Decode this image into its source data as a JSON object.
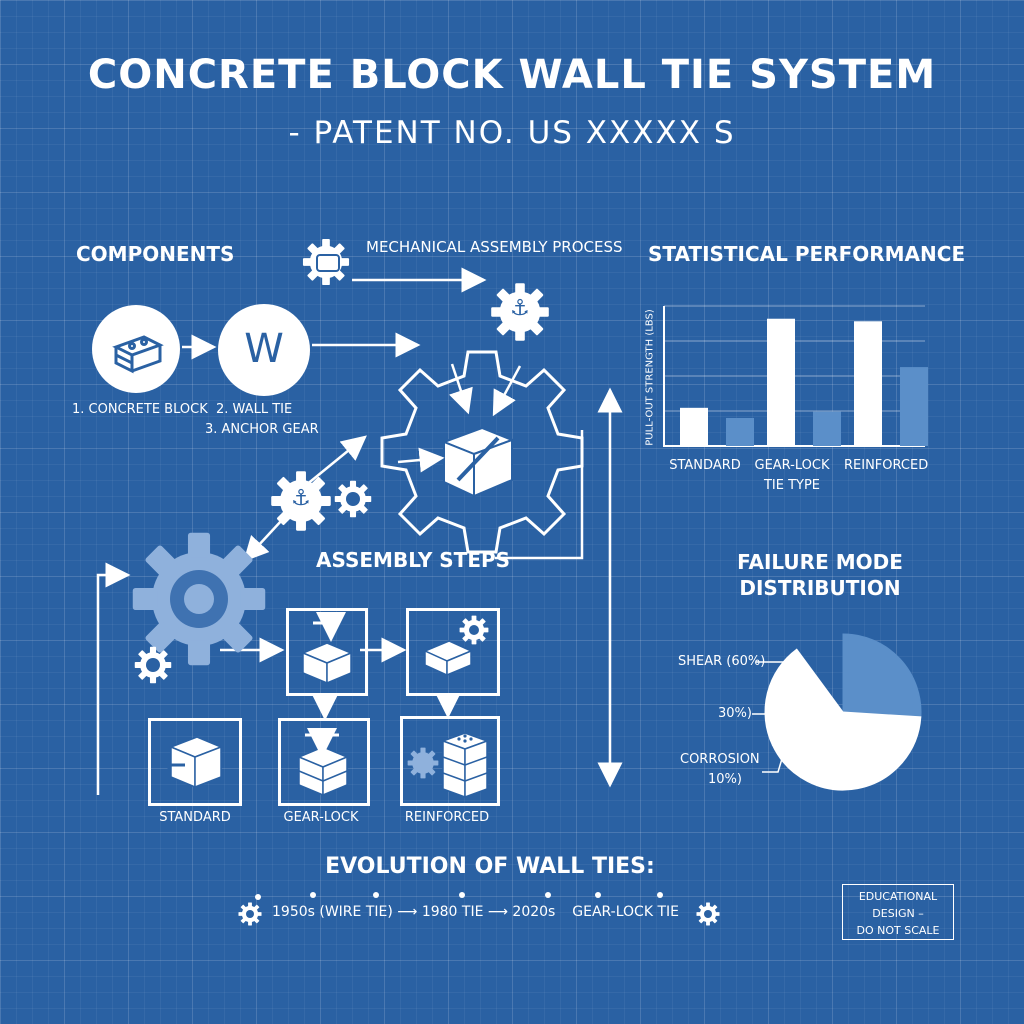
{
  "header": {
    "title": "CONCRETE BLOCK WALL TIE SYSTEM",
    "subtitle": "- PATENT NO. US XXXXX S"
  },
  "components": {
    "heading": "COMPONENTS",
    "items": [
      {
        "label": "1. CONCRETE BLOCK",
        "icon": "concrete-block-icon"
      },
      {
        "label": "2. WALL TIE",
        "icon": "wall-tie-icon",
        "glyph": "W"
      },
      {
        "label": "3. ANCHOR GEAR",
        "icon": "anchor-gear-icon"
      }
    ]
  },
  "process": {
    "heading": "MECHANICAL ASSEMBLY PROCESS",
    "assembly_heading": "ASSEMBLY STEPS",
    "steps": [
      "STANDARD",
      "GEAR-LOCK",
      "REINFORCED"
    ]
  },
  "performance": {
    "heading": "STATISTICAL PERFORMANCE",
    "chart_data": {
      "type": "bar",
      "ylabel": "PULL-OUT STRENGTH (LBS)",
      "xlabel": "TIE TYPE",
      "categories": [
        "STANDARD",
        "GEAR-LOCK",
        "REINFORCED"
      ],
      "series": [
        {
          "values": [
            30,
            100,
            98
          ],
          "color": "#ffffff"
        },
        {
          "values": [
            22,
            27,
            62
          ],
          "color": "#5b8fc9"
        }
      ],
      "ylim": [
        0,
        110
      ],
      "grid": true
    }
  },
  "failure": {
    "heading_line1": "FAILURE MODE",
    "heading_line2": "DISTRIBUTION",
    "labels": [
      "SHEAR (60%)",
      "30%)",
      "CORROSION",
      "10%)"
    ],
    "chart_data": {
      "type": "pie",
      "slices": [
        {
          "label": "SHEAR",
          "value": 60,
          "color": "#ffffff"
        },
        {
          "label": "",
          "value": 30,
          "color": "#ffffff"
        },
        {
          "label": "CORROSION",
          "value": 10,
          "color": "#5b8fc9"
        }
      ]
    }
  },
  "evolution": {
    "heading": "EVOLUTION OF WALL TIES:",
    "items": [
      "1950s (WIRE TIE)",
      "1980 TIE",
      "2020s",
      "GEAR-LOCK TIE"
    ],
    "arrow": "⟶"
  },
  "note": {
    "line1": "EDUCATIONAL",
    "line2": "DESIGN –",
    "line3": "DO NOT SCALE"
  },
  "colors": {
    "background": "#2a61a3",
    "line": "#ffffff",
    "accent": "#5b8fc9"
  }
}
